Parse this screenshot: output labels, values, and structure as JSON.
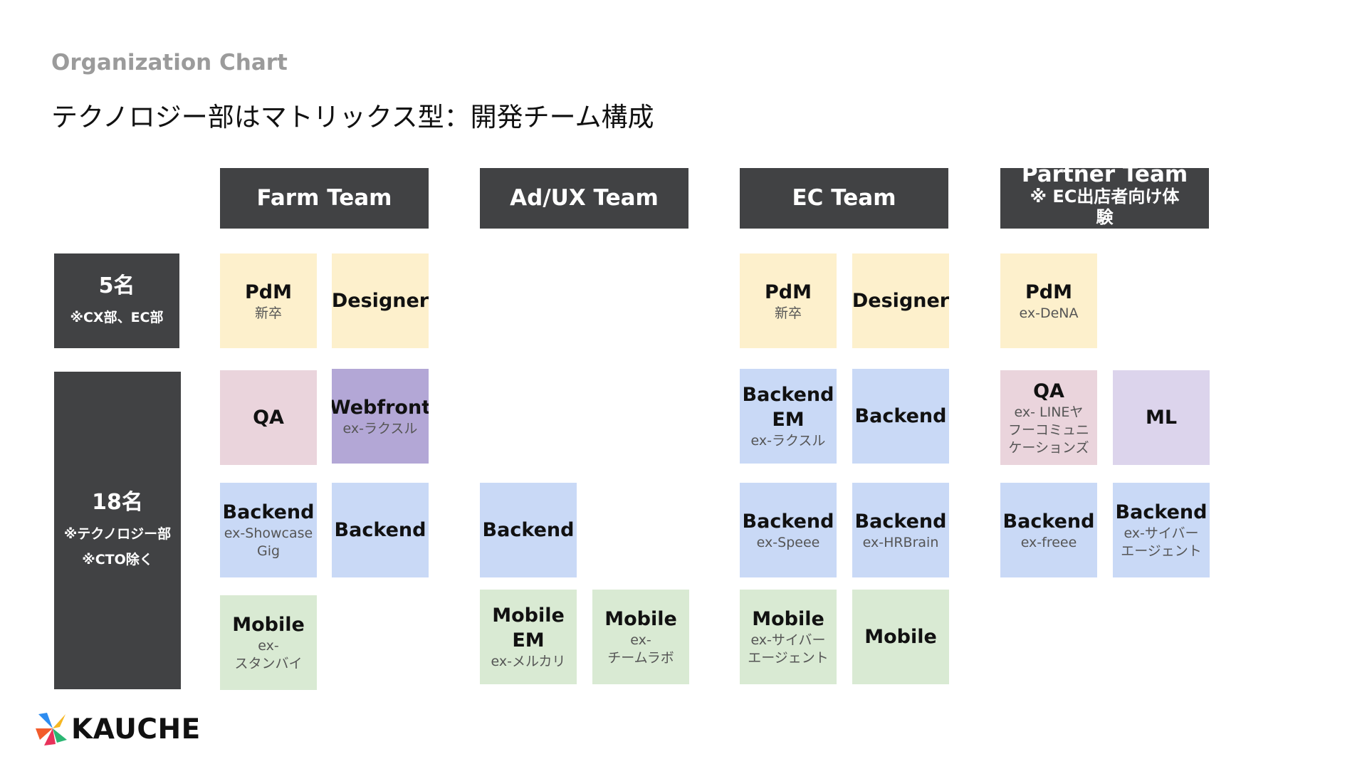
{
  "header": {
    "eyebrow": "Organization Chart",
    "title": "テクノロジー部はマトリックス型：開発チーム構成"
  },
  "teams": [
    {
      "name": "Farm Team",
      "note": ""
    },
    {
      "name": "Ad/UX Team",
      "note": ""
    },
    {
      "name": "EC Team",
      "note": ""
    },
    {
      "name": "Partner Team",
      "note": "※ EC出店者向け体験"
    }
  ],
  "groups": [
    {
      "count": "5名",
      "notes": [
        "※CX部、EC部"
      ]
    },
    {
      "count": "18名",
      "notes": [
        "※テクノロジー部",
        "※CTO除く"
      ]
    }
  ],
  "cards": {
    "farm_pdm": {
      "role": "PdM",
      "sub": "新卒"
    },
    "farm_designer": {
      "role": "Designer",
      "sub": ""
    },
    "farm_qa": {
      "role": "QA",
      "sub": ""
    },
    "farm_webfront": {
      "role": "Webfront",
      "sub": "ex-ラクスル"
    },
    "farm_backend_1": {
      "role": "Backend",
      "sub": "ex-Showcase Gig"
    },
    "farm_backend_2": {
      "role": "Backend",
      "sub": ""
    },
    "farm_mobile": {
      "role": "Mobile",
      "sub": "ex-\nスタンバイ"
    },
    "ad_backend": {
      "role": "Backend",
      "sub": ""
    },
    "ad_mobile_em": {
      "role": "Mobile\nEM",
      "sub": "ex-メルカリ"
    },
    "ad_mobile": {
      "role": "Mobile",
      "sub": "ex-\nチームラボ"
    },
    "ec_pdm": {
      "role": "PdM",
      "sub": "新卒"
    },
    "ec_designer": {
      "role": "Designer",
      "sub": ""
    },
    "ec_backend_em": {
      "role": "Backend\nEM",
      "sub": "ex-ラクスル"
    },
    "ec_backend_1": {
      "role": "Backend",
      "sub": ""
    },
    "ec_backend_2": {
      "role": "Backend",
      "sub": "ex-Speee"
    },
    "ec_backend_3": {
      "role": "Backend",
      "sub": "ex-HRBrain"
    },
    "ec_mobile_1": {
      "role": "Mobile",
      "sub": "ex-サイバー\nエージェント"
    },
    "ec_mobile_2": {
      "role": "Mobile",
      "sub": ""
    },
    "partner_pdm": {
      "role": "PdM",
      "sub": "ex-DeNA"
    },
    "partner_qa": {
      "role": "QA",
      "sub": "ex- LINEヤ\nフーコミュニ\nケーションズ"
    },
    "partner_ml": {
      "role": "ML",
      "sub": ""
    },
    "partner_backend_1": {
      "role": "Backend",
      "sub": "ex-freee"
    },
    "partner_backend_2": {
      "role": "Backend",
      "sub": "ex-サイバー\nエージェント"
    }
  },
  "logo": {
    "text": "KAUCHE"
  }
}
